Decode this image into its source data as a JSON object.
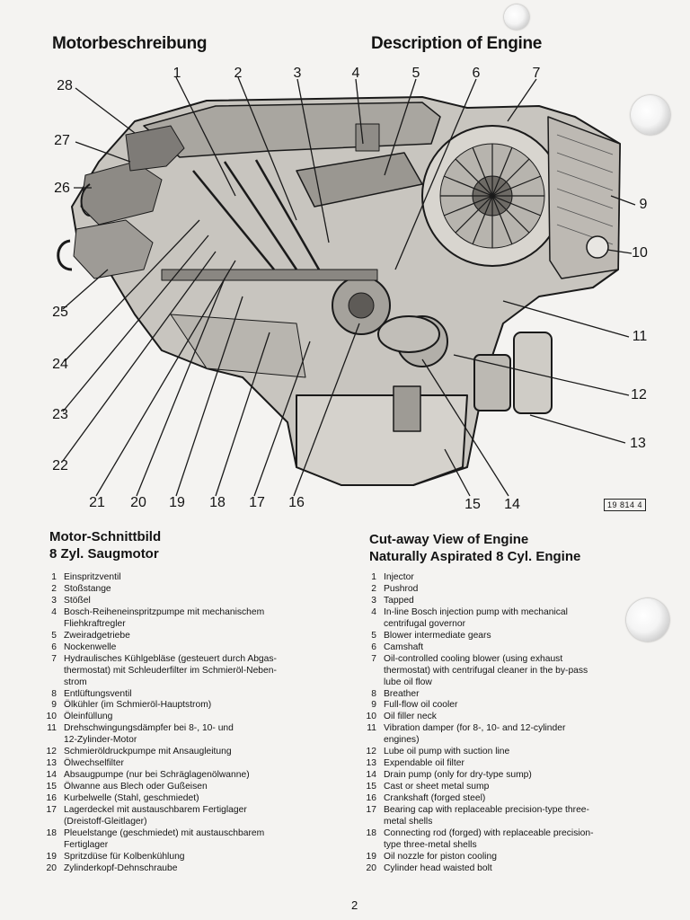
{
  "header": {
    "title_de": "Motorbeschreibung",
    "title_en": "Description of Engine"
  },
  "figure": {
    "callouts": [
      "1",
      "2",
      "3",
      "4",
      "5",
      "6",
      "7",
      "9",
      "10",
      "11",
      "12",
      "13",
      "14",
      "15",
      "16",
      "17",
      "18",
      "19",
      "20",
      "21",
      "22",
      "23",
      "24",
      "25",
      "26",
      "27",
      "28"
    ],
    "ref_code": "19 814 4"
  },
  "section_de": {
    "title_line1": "Motor-Schnittbild",
    "title_line2": "8 Zyl. Saugmotor",
    "items": [
      {
        "n": "1",
        "t": "Einspritzventil"
      },
      {
        "n": "2",
        "t": "Stoßstange"
      },
      {
        "n": "3",
        "t": "Stößel"
      },
      {
        "n": "4",
        "t": "Bosch-Reiheneinspritzpumpe mit mechanischem\nFliehkraftregler"
      },
      {
        "n": "5",
        "t": "Zweiradgetriebe"
      },
      {
        "n": "6",
        "t": "Nockenwelle"
      },
      {
        "n": "7",
        "t": "Hydraulisches Kühlgebläse (gesteuert durch Abgas-\nthermostat) mit Schleuderfilter im Schmieröl-Neben-\nstrom"
      },
      {
        "n": "8",
        "t": "Entlüftungsventil"
      },
      {
        "n": "9",
        "t": "Ölkühler (im Schmieröl-Hauptstrom)"
      },
      {
        "n": "10",
        "t": "Öleinfüllung"
      },
      {
        "n": "11",
        "t": "Drehschwingungsdämpfer bei 8-, 10- und\n12-Zylinder-Motor"
      },
      {
        "n": "12",
        "t": "Schmieröldruckpumpe mit Ansaugleitung"
      },
      {
        "n": "13",
        "t": "Ölwechselfilter"
      },
      {
        "n": "14",
        "t": "Absaugpumpe (nur bei Schräglagenölwanne)"
      },
      {
        "n": "15",
        "t": "Ölwanne aus Blech oder Gußeisen"
      },
      {
        "n": "16",
        "t": "Kurbelwelle (Stahl, geschmiedet)"
      },
      {
        "n": "17",
        "t": "Lagerdeckel mit austauschbarem Fertiglager\n(Dreistoff-Gleitlager)"
      },
      {
        "n": "18",
        "t": "Pleuelstange (geschmiedet) mit austauschbarem\nFertiglager"
      },
      {
        "n": "19",
        "t": "Spritzdüse für Kolbenkühlung"
      },
      {
        "n": "20",
        "t": "Zylinderkopf-Dehnschraube"
      }
    ]
  },
  "section_en": {
    "title_line1": "Cut-away View of Engine",
    "title_line2": "Naturally Aspirated 8 Cyl. Engine",
    "items": [
      {
        "n": "1",
        "t": "Injector"
      },
      {
        "n": "2",
        "t": "Pushrod"
      },
      {
        "n": "3",
        "t": "Tapped"
      },
      {
        "n": "4",
        "t": "In-line Bosch injection pump with mechanical\ncentrifugal governor"
      },
      {
        "n": "5",
        "t": "Blower intermediate gears"
      },
      {
        "n": "6",
        "t": "Camshaft"
      },
      {
        "n": "7",
        "t": "Oil-controlled cooling blower (using exhaust\nthermostat) with centrifugal cleaner in the by-pass\nlube oil flow"
      },
      {
        "n": "8",
        "t": "Breather"
      },
      {
        "n": "9",
        "t": "Full-flow oil cooler"
      },
      {
        "n": "10",
        "t": "Oil filler neck"
      },
      {
        "n": "11",
        "t": "Vibration damper (for 8-, 10- and 12-cylinder\nengines)"
      },
      {
        "n": "12",
        "t": "Lube oil pump with suction line"
      },
      {
        "n": "13",
        "t": "Expendable oil filter"
      },
      {
        "n": "14",
        "t": "Drain pump (only for dry-type sump)"
      },
      {
        "n": "15",
        "t": "Cast or sheet metal sump"
      },
      {
        "n": "16",
        "t": "Crankshaft (forged steel)"
      },
      {
        "n": "17",
        "t": "Bearing cap with replaceable precision-type three-\nmetal shells"
      },
      {
        "n": "18",
        "t": "Connecting rod (forged) with replaceable precision-\ntype three-metal shells"
      },
      {
        "n": "19",
        "t": "Oil nozzle for piston cooling"
      },
      {
        "n": "20",
        "t": "Cylinder head waisted bolt"
      }
    ]
  },
  "footer": {
    "page_number": "2"
  }
}
